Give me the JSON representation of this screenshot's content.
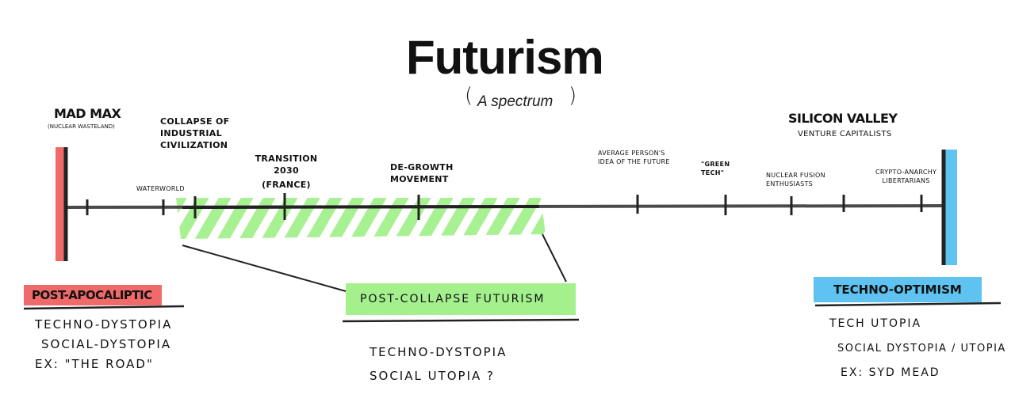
{
  "title": "Futurism",
  "subtitle": "A spectrum",
  "left_end": {
    "label": "MAD MAX",
    "sublabel": "(NUCLEAR WASTELAND)",
    "color": "#f06a6a"
  },
  "right_end": {
    "label": "SILICON VALLEY",
    "sublabel": "VENTURE CAPITALISTS",
    "color": "#5ec3f0"
  },
  "markers": {
    "waterworld": "WATERWORLD",
    "collapse": [
      "COLLAPSE OF",
      "INDUSTRIAL",
      "CIVILIZATION"
    ],
    "transition": [
      "TRANSITION",
      "2030",
      "(FRANCE)"
    ],
    "degrowth": [
      "DE-GROWTH",
      "MOVEMENT"
    ],
    "average": [
      "AVERAGE PERSON'S",
      "IDEA OF THE FUTURE"
    ],
    "green": [
      "\"GREEN",
      "TECH\""
    ],
    "nuclear": [
      "NUCLEAR FUSION",
      "ENTHUSIASTS"
    ],
    "crypto": [
      "CRYPTO-ANARCHY",
      "LIBERTARIANS"
    ]
  },
  "left_group": {
    "heading": "POST-APOCALIPTIC",
    "color": "#f06a6a",
    "lines": [
      "TECHNO-DYSTOPIA",
      "SOCIAL-DYSTOPIA",
      "EX: \"THE ROAD\""
    ]
  },
  "middle_group": {
    "heading": "POST-COLLAPSE FUTURISM",
    "color": "#a3f08d",
    "lines": [
      "TECHNO-DYSTOPIA",
      "SOCIAL UTOPIA ?"
    ]
  },
  "right_group": {
    "heading": "TECHNO-OPTIMISM",
    "color": "#5ec3f0",
    "lines": [
      "TECH UTOPIA",
      "SOCIAL DYSTOPIA / UTOPIA",
      "EX: SYD MEAD"
    ]
  }
}
